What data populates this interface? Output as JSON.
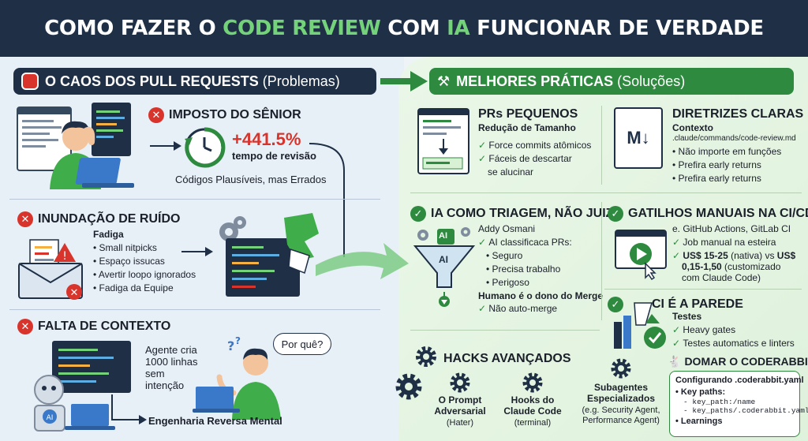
{
  "header": {
    "title_part1": "COMO FAZER O ",
    "title_part2": "CODE REVIEW",
    "title_part3": " COM ",
    "title_part4": "IA",
    "title_part5": " FUNCIONAR DE VERDADE"
  },
  "problems": {
    "banner": "O CAOS DOS PULL REQUESTS",
    "banner_sub": "(Problemas)",
    "senior": {
      "title": "IMPOSTO DO SÊNIOR",
      "stat": "+441.5%",
      "stat_label": "tempo de revisão",
      "caption": "Códigos Plausíveis, mas Errados"
    },
    "noise": {
      "title": "INUNDAÇÃO DE RUÍDO",
      "subtitle": "Fadiga",
      "items": [
        "Small nitpicks",
        "Espaço issucas",
        "Avertir loopo ignorados",
        "Fadiga da Equipe"
      ]
    },
    "context": {
      "title": "FALTA DE CONTEXTO",
      "agent_text": [
        "Agente cria",
        "1000 linhas",
        "sem",
        "intenção"
      ],
      "bubble": "Por quê?",
      "caption": "Engenharia Reversa Mental"
    }
  },
  "practices": {
    "banner": "MELHORES PRÁTICAS",
    "banner_sub": "(Soluções)",
    "small_prs": {
      "title": "PRs PEQUENOS",
      "subtitle": "Redução de Tamanho",
      "items": [
        "Force commits atômicos",
        "Fáceis de descartar",
        "se alucinar"
      ]
    },
    "guidelines": {
      "title": "DIRETRIZES CLARAS",
      "subtitle": "Contexto",
      "path": ".claude/commands/code-review.md",
      "items": [
        "Não importe em funções",
        "Prefira early returns",
        "Prefira early returns"
      ],
      "icon_text": "M↓"
    },
    "triage": {
      "title": "IA COMO TRIAGEM, NÃO JUIZ",
      "author": "Addy Osmani",
      "lead": "AI classificaca PRs:",
      "items": [
        "Seguro",
        "Precisa trabalho",
        "Perigoso"
      ],
      "human": "Humano é o dono do Merge",
      "human_item": "Não auto-merge",
      "chip1": "AI",
      "chip2": "AI"
    },
    "triggers": {
      "title": "GATILHOS MANUAIS NA CI/CD",
      "subtitle": "e. GitHub Actions, GitLab CI",
      "item1": "Job manual na esteira",
      "item2_bold": "US$ 15-25",
      "item2_mid": " (nativa) vs ",
      "item2_bold2": "US$",
      "item2_line2_bold": "0,15-1,50",
      "item2_line2": " (customizado",
      "item2_line3": "com Claude Code)"
    },
    "ci_wall": {
      "title": "CI É A PAREDE",
      "subtitle": "Testes",
      "items": [
        "Heavy gates",
        "Testes automatics e linters"
      ]
    },
    "hacks": {
      "title": "HACKS AVANÇADOS",
      "prompt_title": [
        "O Prompt",
        "Adversarial"
      ],
      "prompt_sub": "(Hater)",
      "hooks_title": [
        "Hooks do",
        "Claude Code"
      ],
      "hooks_sub": "(terminal)",
      "sub_title": [
        "Subagentes",
        "Especializados"
      ],
      "sub_sub": [
        "(e.g. Security Agent,",
        "Performance Agent)"
      ]
    },
    "coderabbit": {
      "title": "DOMAR O CODERABBIT",
      "config": "Configurando .coderabbit.yaml",
      "key_paths": "Key paths:",
      "paths": [
        "- key_path:/name",
        "- key_paths/.coderabbit.yaml"
      ],
      "learnings": "Learnings"
    }
  }
}
